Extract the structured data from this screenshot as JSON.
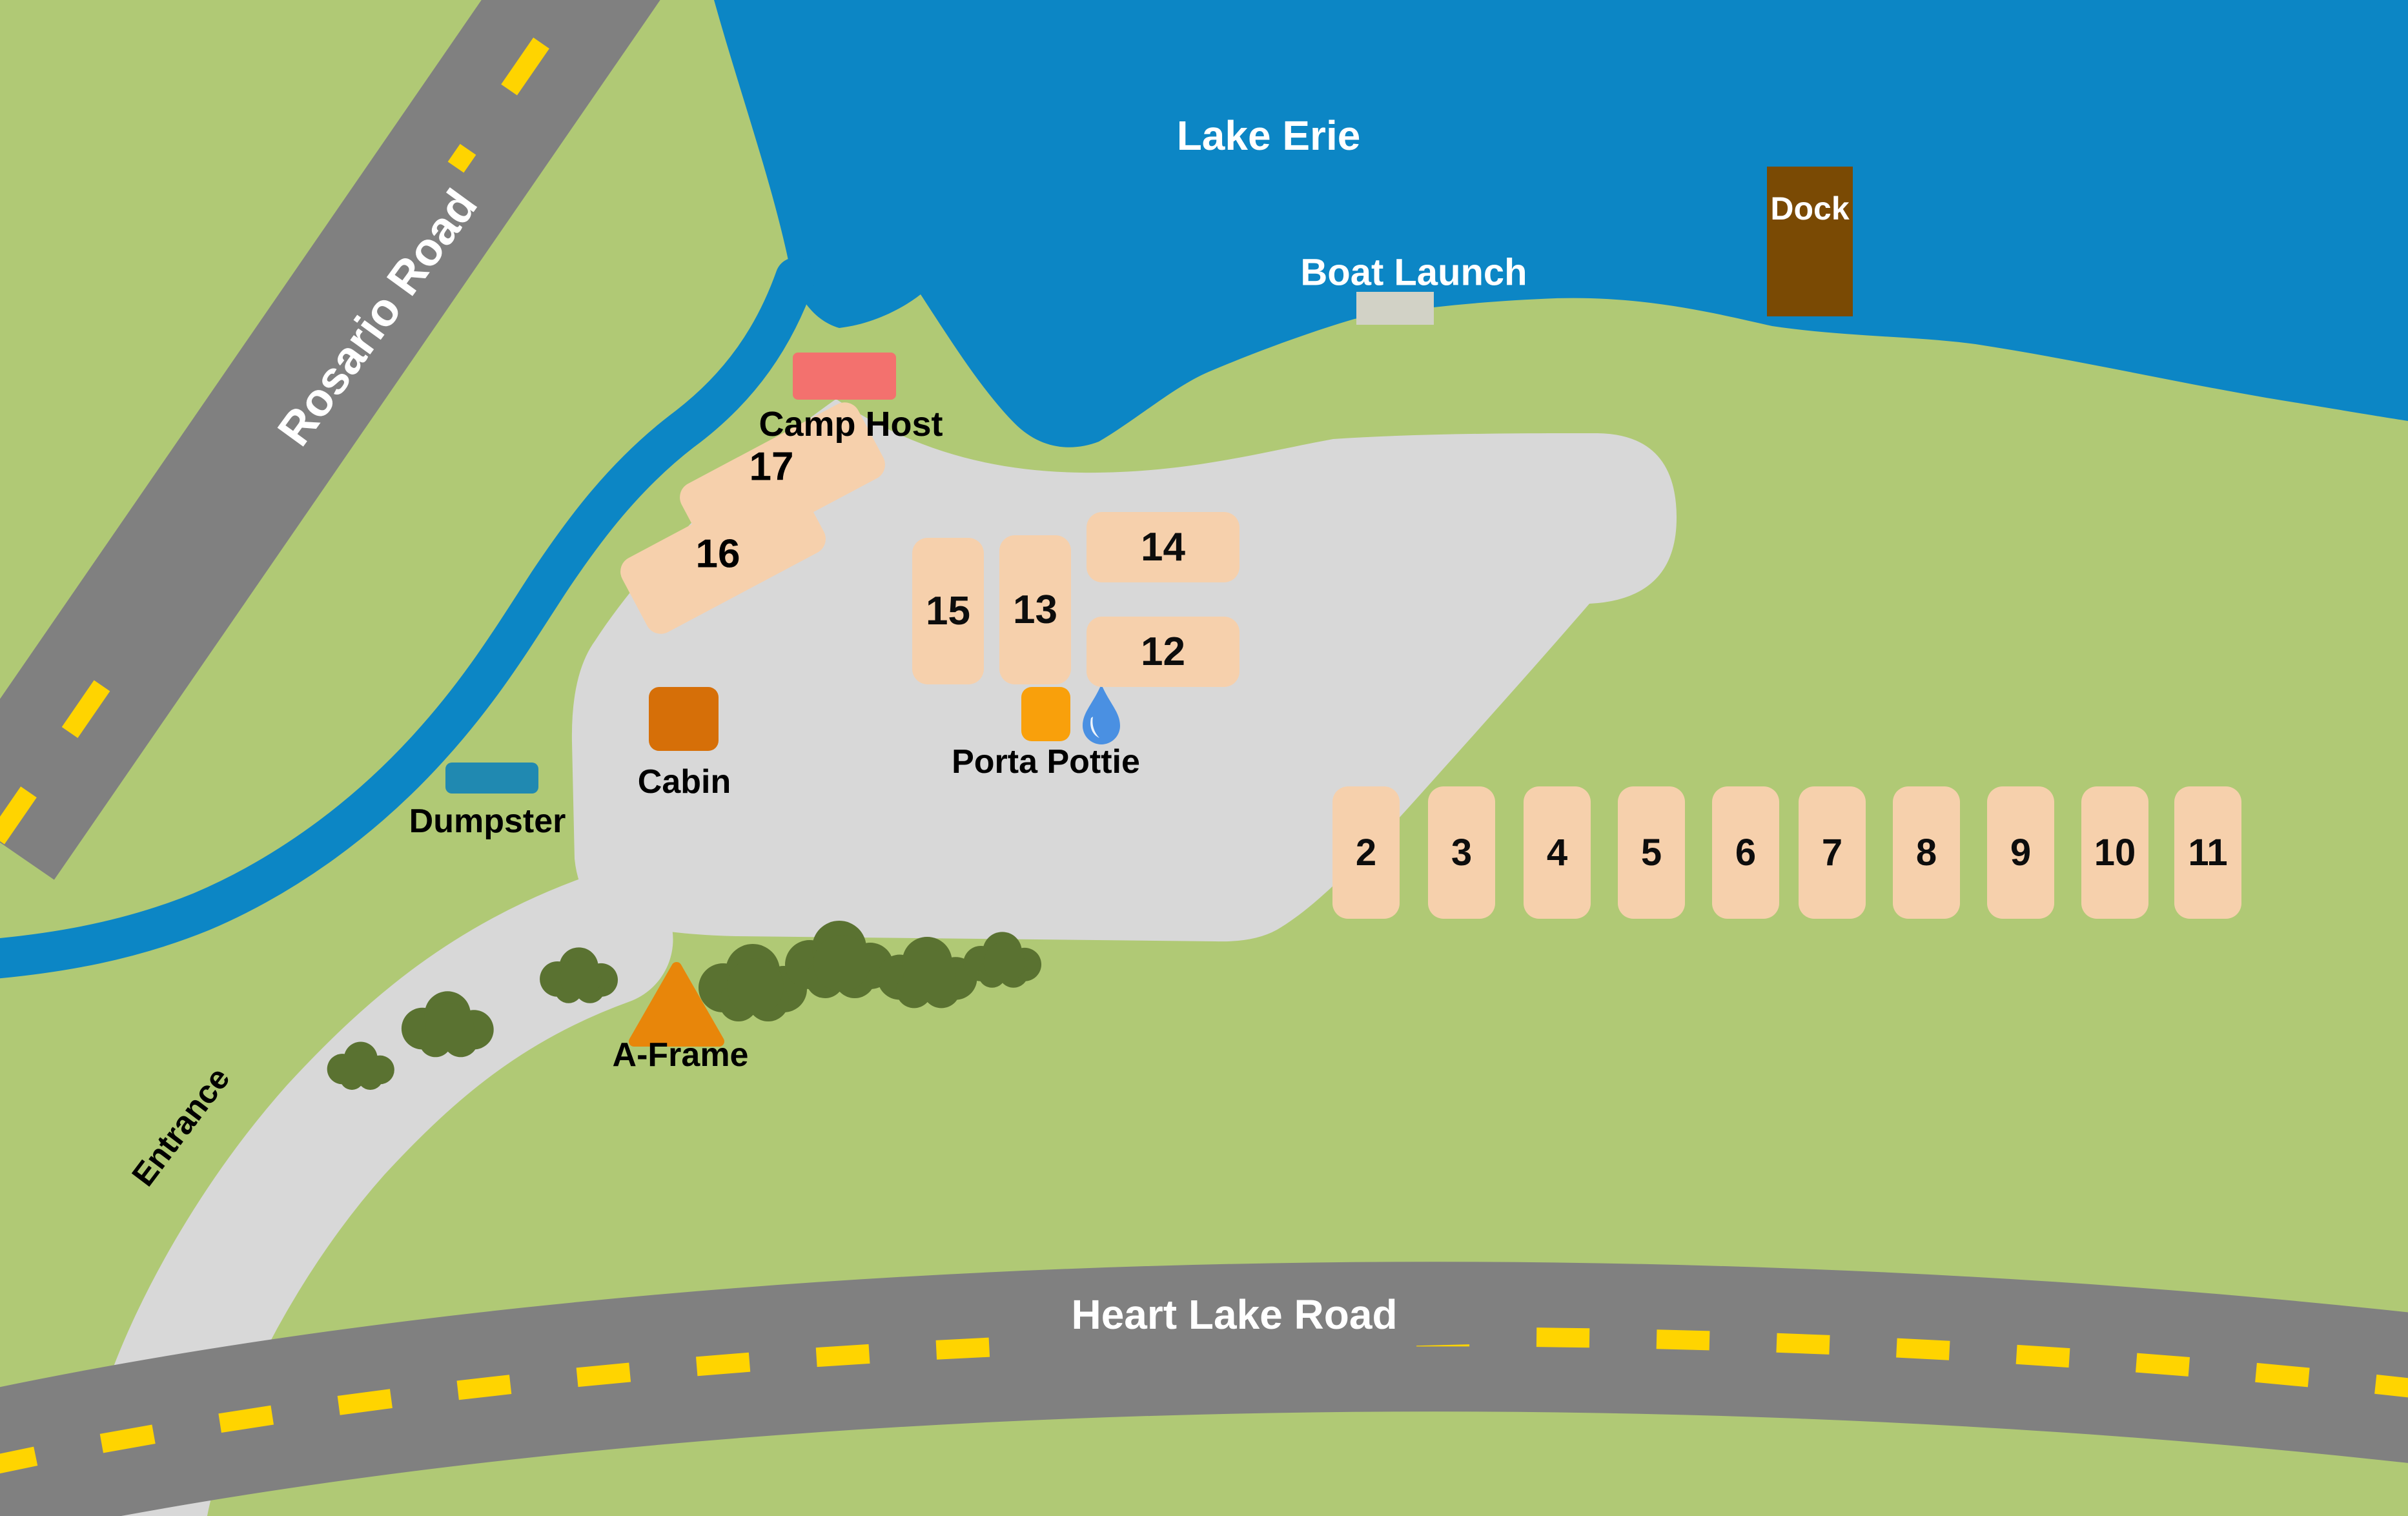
{
  "map_labels": {
    "lake": "Lake Erie",
    "boat_launch": "Boat Launch",
    "dock": "Dock",
    "camp_host": "Camp Host",
    "dumpster": "Dumpster",
    "cabin": "Cabin",
    "porta_pottie": "Porta Pottie",
    "a_frame": "A-Frame",
    "entrance": "Entrance",
    "rosario_road": "Rosario Road",
    "heart_lake_road": "Heart Lake Road"
  },
  "sites": {
    "row": [
      "2",
      "3",
      "4",
      "5",
      "6",
      "7",
      "8",
      "9",
      "10",
      "11"
    ],
    "cluster": {
      "s12": "12",
      "s13": "13",
      "s14": "14",
      "s15": "15"
    },
    "upper": {
      "s16": "16",
      "s17": "17"
    }
  },
  "colors": {
    "water": "#0c86c5",
    "grass": "#b0c975",
    "road_gray": "#808080",
    "paved_light": "#d8d8d8",
    "dash_yellow": "#ffd400",
    "campsite_tan": "#f6d0ac",
    "camp_host_red": "#f3716e",
    "cabin_orange": "#d66f08",
    "porta_pottie_orange": "#f9a00b",
    "a_frame_orange": "#e8860a",
    "dock_brown": "#7a4a04",
    "dumpster_teal": "#2089b1",
    "tree_green": "#5a7231",
    "water_drop_blue": "#4a90e2",
    "boat_launch_gray": "#d2d2c6"
  }
}
